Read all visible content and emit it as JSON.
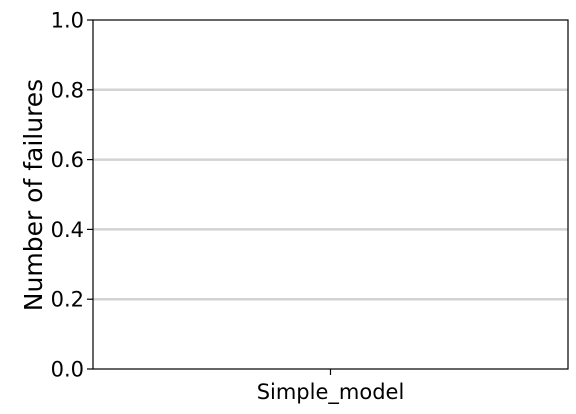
{
  "chart_data": {
    "type": "bar",
    "title": "",
    "xlabel": "",
    "ylabel": "Number of failures",
    "categories": [
      "Simple_model"
    ],
    "values": [
      0
    ],
    "ylim": [
      0,
      1
    ],
    "yticks": [
      0.0,
      0.2,
      0.4,
      0.6,
      0.8,
      1.0
    ],
    "ytick_labels": [
      "0.0",
      "0.2",
      "0.4",
      "0.6",
      "0.8",
      "1.0"
    ],
    "grid": "horizontal",
    "colors": {
      "grid": "#d3d3d3",
      "axes": "#000000",
      "bar": "#1f77b4"
    }
  }
}
